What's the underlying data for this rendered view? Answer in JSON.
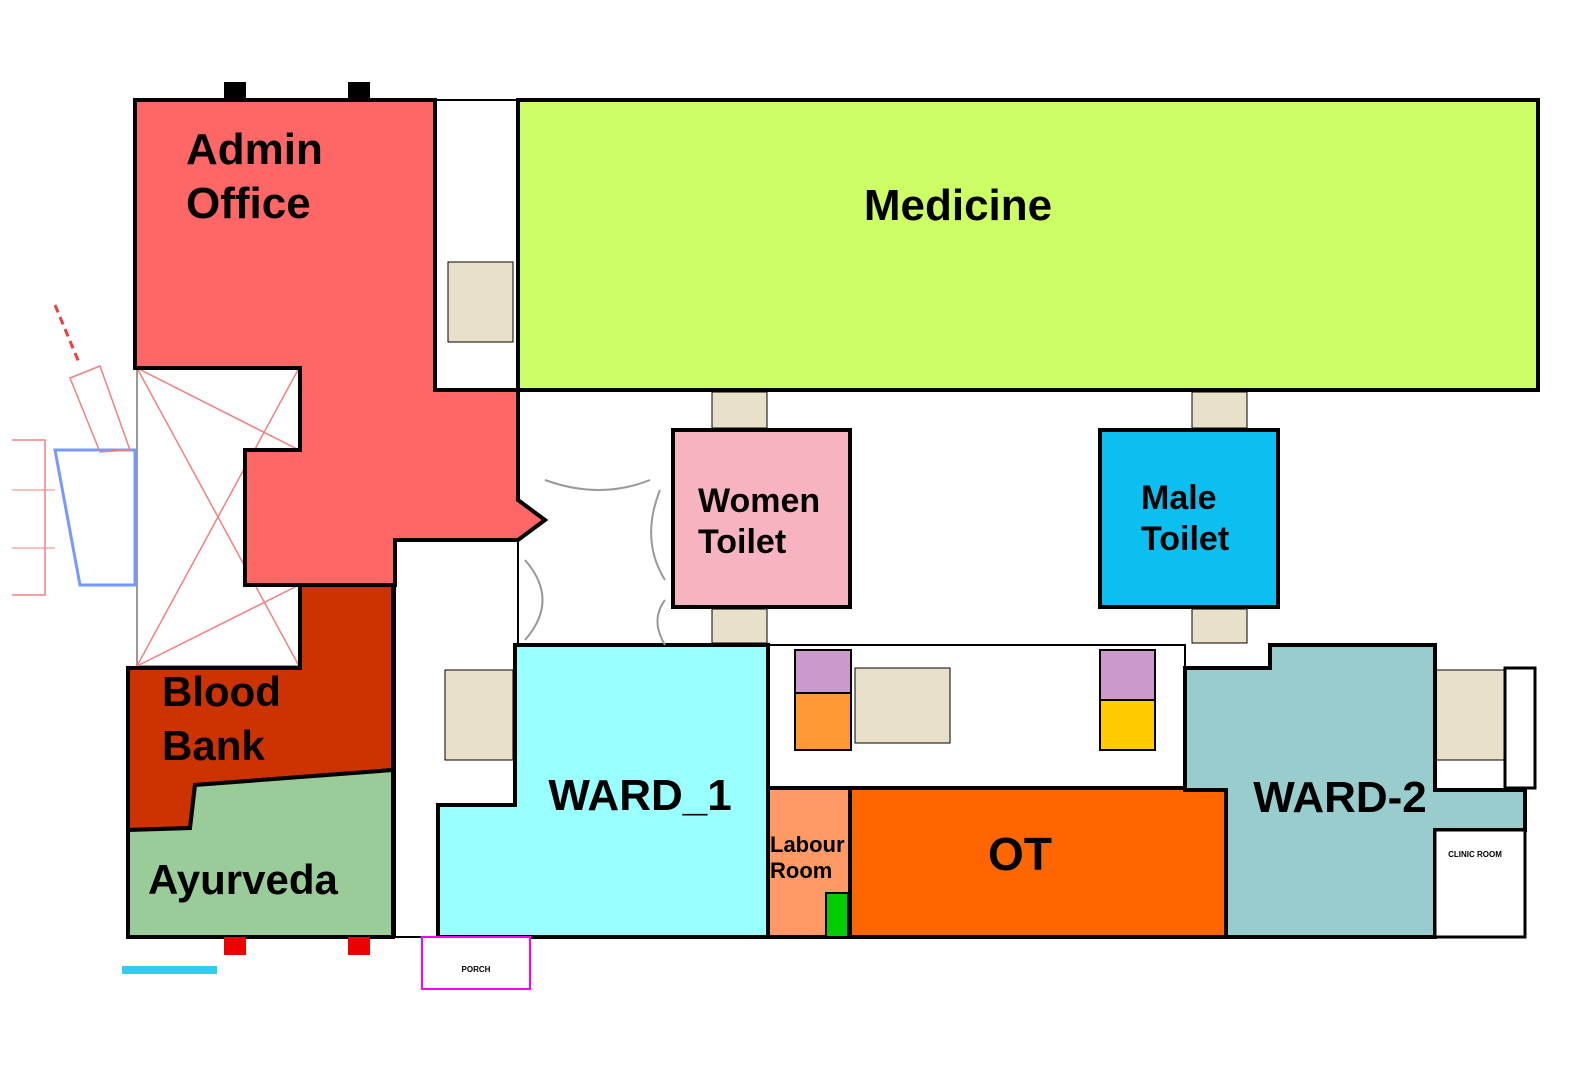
{
  "rooms": {
    "admin": {
      "line1": "Admin",
      "line2": "Office",
      "color": "#FF6666"
    },
    "medicine": {
      "label": "Medicine",
      "color": "#CCFF66"
    },
    "women_toilet": {
      "line1": "Women",
      "line2": "Toilet",
      "color": "#F7B3BF"
    },
    "male_toilet": {
      "line1": "Male",
      "line2": "Toilet",
      "color": "#0BBFF0"
    },
    "blood_bank": {
      "line1": "Blood",
      "line2": "Bank",
      "color": "#CC3300"
    },
    "ayurveda": {
      "label": "Ayurveda",
      "color": "#99CC99"
    },
    "ward1": {
      "label": "WARD_1",
      "color": "#99FFFF"
    },
    "labour": {
      "line1": "Labour",
      "line2": "Room",
      "color": "#FF9966"
    },
    "ot": {
      "label": "OT",
      "color": "#FF6600"
    },
    "ward2": {
      "label": "WARD-2",
      "color": "#99CCCC"
    }
  },
  "small_labels": {
    "porch": "PORCH",
    "clinic_room": "CLINIC ROOM"
  },
  "colors": {
    "stair_fill": "#E8E0C8",
    "entrance_lines": "#F08080",
    "porch_outline": "#FF00FF",
    "title_text": "#33CCEE",
    "accent_yellow": "#FFFF00"
  }
}
